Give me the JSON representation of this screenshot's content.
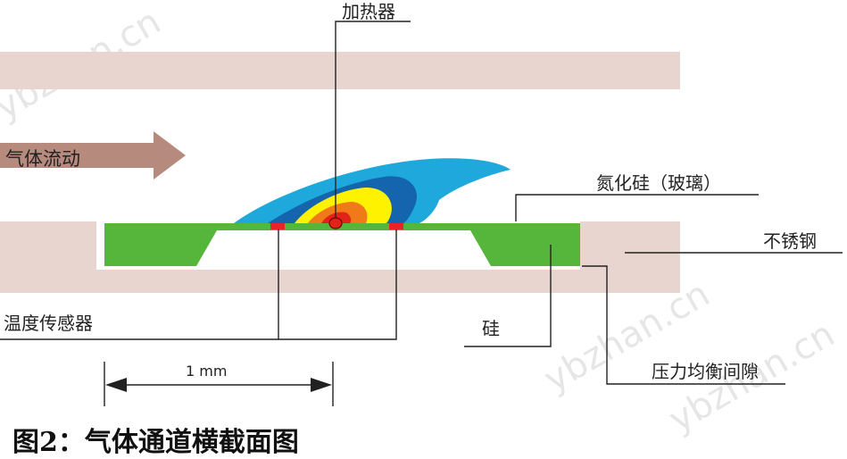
{
  "diagram": {
    "labels": {
      "heater": "加热器",
      "gas_flow": "气体流动",
      "silicon_nitride": "氮化硅（玻璃）",
      "stainless_steel": "不锈钢",
      "temp_sensor": "温度传感器",
      "silicon": "硅",
      "pressure_gap": "压力均衡间隙",
      "dimension": "1 mm"
    },
    "watermarks": [
      "ybzhan.cn",
      "ybzhan.cn",
      "ybzhan.cn"
    ],
    "caption": "图2：气体通道横截面图"
  },
  "colors": {
    "steel": "#e8d5cf",
    "arrow": "#b68a7d",
    "silicon": "#56b63b",
    "sensor": "#e8242a",
    "plume_outer": "#1fa8dc",
    "plume_mid": "#1465ad",
    "plume_inner": "#fff200",
    "plume_hot": "#f07a1a",
    "plume_core": "#e2231a"
  }
}
